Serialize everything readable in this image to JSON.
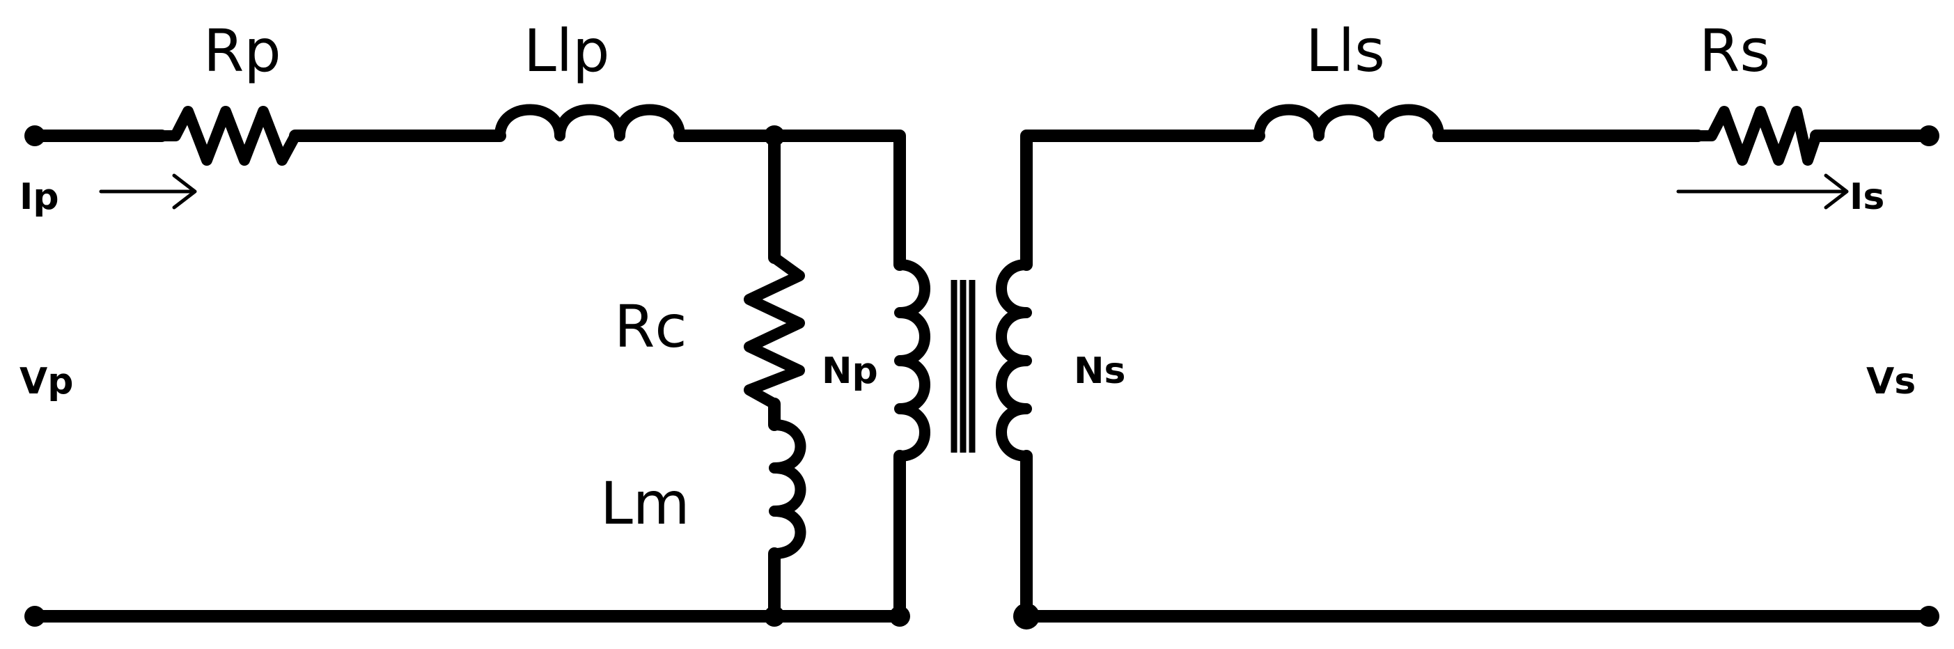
{
  "labels": {
    "rp": "Rp",
    "llp": "Llp",
    "lls": "Lls",
    "rs": "Rs",
    "ip": "Ip",
    "is": "Is",
    "vp": "Vp",
    "vs": "Vs",
    "rc": "Rc",
    "lm": "Lm",
    "np": "Np",
    "ns": "Ns"
  },
  "colors": {
    "line": "#000000",
    "background": "#ffffff"
  }
}
